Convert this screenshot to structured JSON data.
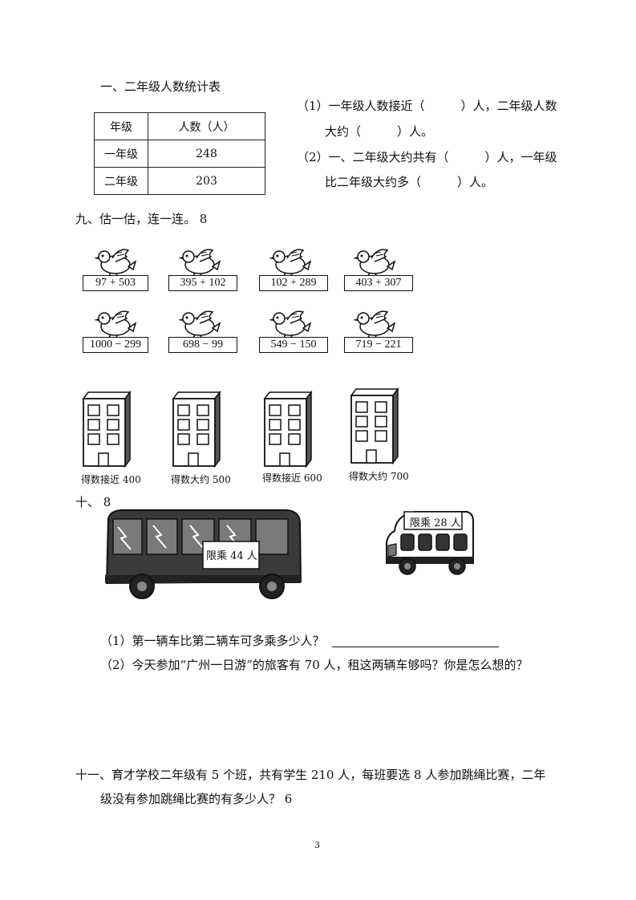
{
  "section1": {
    "title": "一、二年级人数统计表",
    "table": {
      "headers": [
        "年级",
        "人数（人）"
      ],
      "rows": [
        [
          "一年级",
          "248"
        ],
        [
          "二年级",
          "203"
        ]
      ]
    },
    "q1_line1": "（1）一年级人数接近（　　　）人，二年级人数",
    "q1_line2": "大约（　　　）人。",
    "q2_line1": "（2）一、二年级大约共有（　　　）人，一年级",
    "q2_line2": "比二年级大约多（　　　）人。"
  },
  "section9": {
    "title": "九、估一估，连一连。 8",
    "row1": [
      "97 + 503",
      "395 + 102",
      "102 + 289",
      "403 + 307"
    ],
    "row2": [
      "1000 − 299",
      "698 − 99",
      "549 − 150",
      "719 − 221"
    ],
    "buildings": [
      "得数接近 400",
      "得数大约 500",
      "得数接近 600",
      "得数大约 700"
    ]
  },
  "section10": {
    "title": "十、 8",
    "bus1_label": "限乘 44 人",
    "bus2_label": "限乘 28 人",
    "q1": "（1）第一辆车比第二辆车可多乘多少人？",
    "q2": "（2）今天参加“广州一日游”的旅客有 70 人，租这两辆车够吗？你是怎么想的？"
  },
  "section11": {
    "line1": "十一、育才学校二年级有 5 个班，共有学生 210 人，每班要选 8 人参加跳绳比赛，二年",
    "line2": "级没有参加跳绳比赛的有多少人？ 6"
  },
  "page_number": "3"
}
